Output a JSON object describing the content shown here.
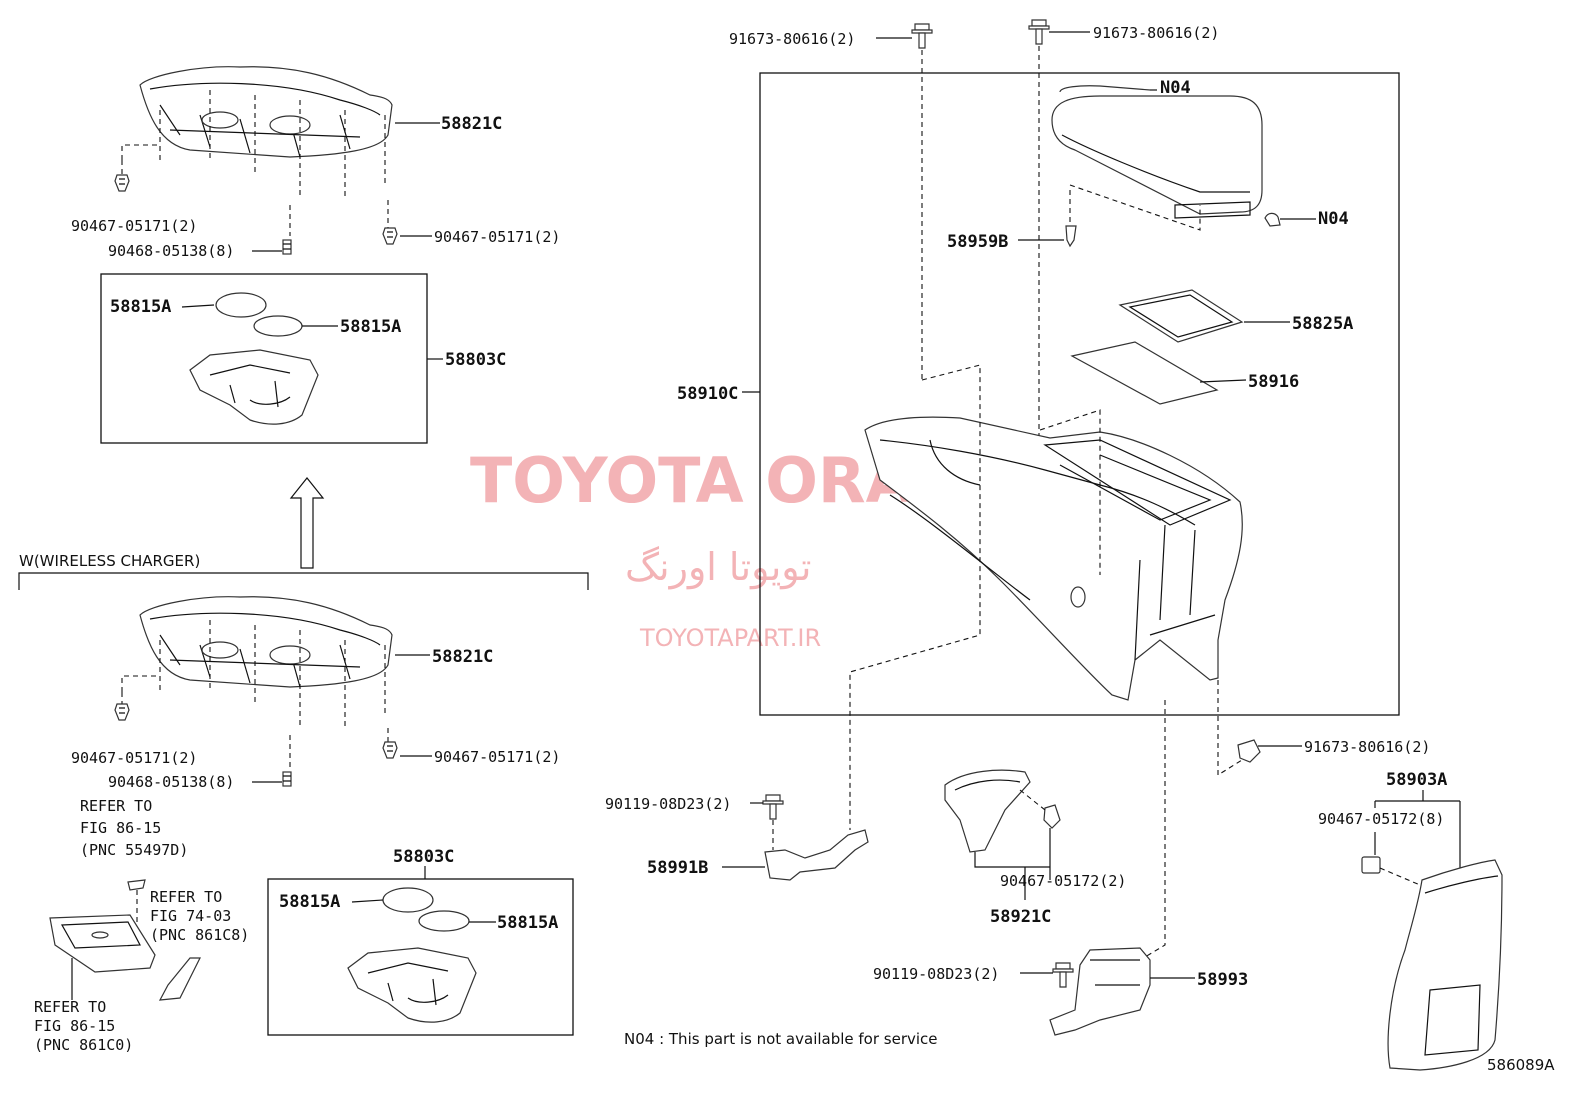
{
  "watermark": {
    "latin": "TOYOTA ORANG",
    "persian": "تویوتا اورنگ",
    "site": "TOYOTAPART.IR"
  },
  "group_label": "W(WIRELESS CHARGER)",
  "note": "N04 : This part is not available for service",
  "figure_id": "586089A",
  "parts": {
    "p58821C_top": "58821C",
    "p58821C_bot": "58821C",
    "p90467_05171_tl": "90467-05171(2)",
    "p90468_05138_t": "90468-05138(8)",
    "p90467_05171_tr": "90467-05171(2)",
    "p58815A_tl": "58815A",
    "p58815A_tr": "58815A",
    "p58803C_top": "58803C",
    "p90467_05171_bl": "90467-05171(2)",
    "p90468_05138_b": "90468-05138(8)",
    "p90467_05171_br": "90467-05171(2)",
    "p58803C_bot": "58803C",
    "p58815A_bl": "58815A",
    "p58815A_br": "58815A",
    "p91673_80616_a": "91673-80616(2)",
    "p91673_80616_b": "91673-80616(2)",
    "p91673_80616_c": "91673-80616(2)",
    "pN04_a": "N04",
    "pN04_b": "N04",
    "p58959B": "58959B",
    "p58825A": "58825A",
    "p58916": "58916",
    "p58910C": "58910C",
    "p90119_08D23_a": "90119-08D23(2)",
    "p90119_08D23_b": "90119-08D23(2)",
    "p58991B": "58991B",
    "p90467_05172_a": "90467-05172(2)",
    "p58921C": "58921C",
    "p58993": "58993",
    "p58903A": "58903A",
    "p90467_05172_b": "90467-05172(8)"
  },
  "refs": {
    "r1_l1": "REFER TO",
    "r1_l2": "FIG 86-15",
    "r1_l3": "(PNC 55497D)",
    "r2_l1": "REFER TO",
    "r2_l2": "FIG 74-03",
    "r2_l3": "(PNC 861C8)",
    "r3_l1": "REFER TO",
    "r3_l2": "FIG 86-15",
    "r3_l3": "(PNC 861C0)"
  }
}
